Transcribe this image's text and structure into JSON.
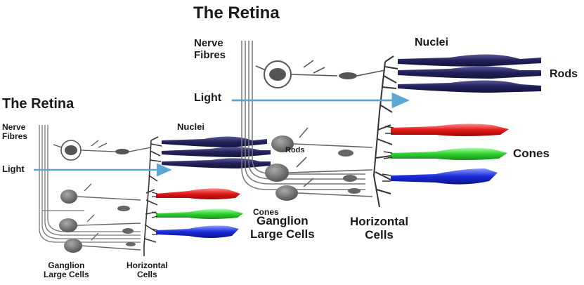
{
  "small_diagram": {
    "title": "The Retina",
    "nerve_label_line1": "Nerve",
    "nerve_label_line2": "Fibres",
    "light_label": "Light",
    "nuclei_label": "Nuclei",
    "rods_label": "Rods",
    "cones_label": "Cones",
    "ganglion_label_line1": "Ganglion",
    "ganglion_label_line2": "Large Cells",
    "horizontal_label_line1": "Horizontal",
    "horizontal_label_line2": "Cells"
  },
  "large_diagram": {
    "title": "The Retina",
    "nerve_label_line1": "Nerve",
    "nerve_label_line2": "Fibres",
    "light_label": "Light",
    "nuclei_label": "Nuclei",
    "rods_label": "Rods",
    "cones_label": "Cones",
    "ganglion_label_line1": "Ganglion",
    "ganglion_label_line2": "Large Cells",
    "horizontal_label_line1": "Horizontal",
    "horizontal_label_line2": "Cells"
  },
  "colors": {
    "rod": "#22205a",
    "cone_red": "#e01818",
    "cone_green": "#2fd02f",
    "cone_blue": "#1a2ad8",
    "light_arrow": "#5aa7d6",
    "neuron_outline": "#555555",
    "cell_body": "#6a6a6a"
  }
}
